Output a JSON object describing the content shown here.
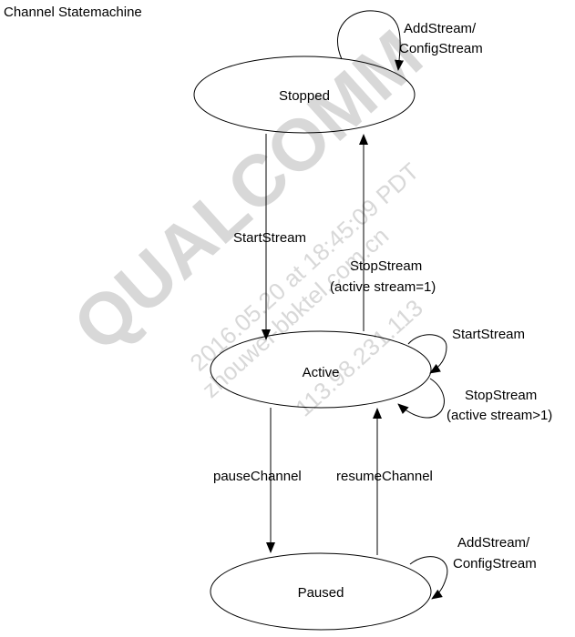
{
  "title": "Channel Statemachine",
  "states": {
    "stopped": "Stopped",
    "active": "Active",
    "paused": "Paused"
  },
  "transitions": {
    "stopped_self_1": "AddStream/",
    "stopped_self_2": "ConfigStream",
    "start_stream": "StartStream",
    "stop_stream_1": "StopStream",
    "stop_stream_2": "(active stream=1)",
    "active_self_start": "StartStream",
    "active_self_stop_1": "StopStream",
    "active_self_stop_2": "(active stream>1)",
    "pause_channel": "pauseChannel",
    "resume_channel": "resumeChannel",
    "paused_self_1": "AddStream/",
    "paused_self_2": "ConfigStream"
  },
  "watermark": {
    "brand": "QUALCOMM",
    "line1": "2016.05.20 at 18:45:09 PDT",
    "line2": "zhouwei-bbktel.com.cn",
    "line3": "113.98.231.113"
  }
}
